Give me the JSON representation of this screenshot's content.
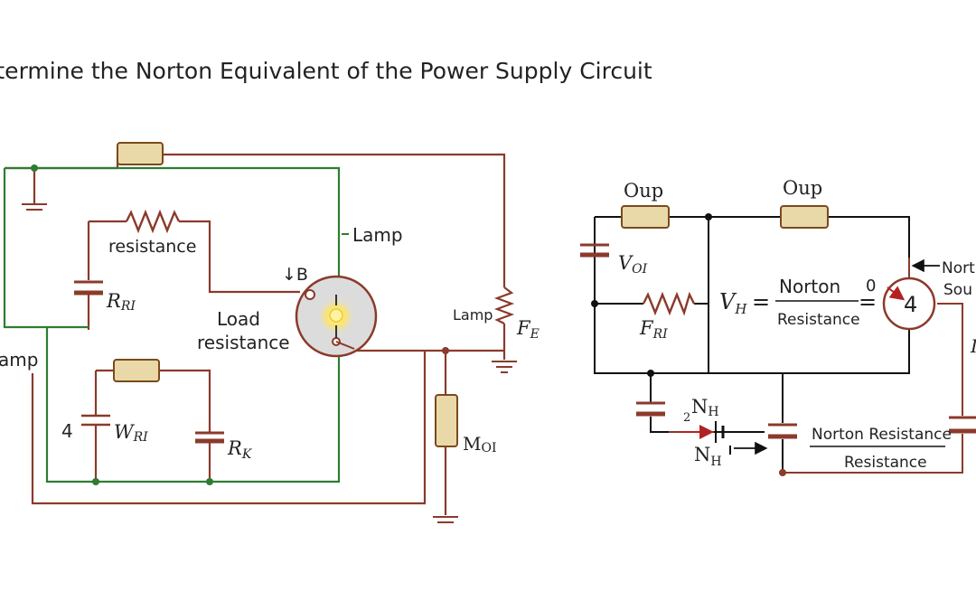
{
  "title": "etermine the Norton Equivalent of the Power Supply Circuit",
  "colors": {
    "wire_green": "#2e7d32",
    "wire_brown": "#8b3a2b",
    "wire_black": "#111111",
    "resistor_fill": "#ead9a8",
    "resistor_stroke": "#7a4a1c",
    "lamp_fill": "#dcdcdc",
    "lamp_glow": "#ffe566"
  },
  "left_circuit": {
    "label_lamp_top": "Lamp",
    "label_resistance": "resistance",
    "label_b": "↓B",
    "label_rri": "R",
    "label_rri_sub": "RI",
    "label_load_line1": "Load",
    "label_load_line2": "resistance",
    "label_lamp_left": "amp",
    "label_four": "4",
    "label_wri": "W",
    "label_wri_sub": "RI",
    "label_rk": "R",
    "label_rk_sub": "K",
    "label_lamp_right": "Lamp",
    "label_fe": "F",
    "label_fe_sub": "E",
    "label_moi": "M",
    "label_moi_sub": "OI",
    "lamp_icon": "lamp-bulb-icon"
  },
  "right_circuit": {
    "label_oup1": "Oup",
    "label_oup2": "Oup",
    "label_voi": "V",
    "label_voi_sub": "OI",
    "label_fri": "F",
    "label_fri_sub": "RI",
    "eq_vh": "V",
    "eq_vh_sub": "H",
    "eq_equals1": "=",
    "eq_numerator": "Norton",
    "eq_denominator": "Resistance",
    "eq_equals2": "=",
    "meter_value": "4",
    "meter_zero": "0",
    "label_norton_source_1": "Nort",
    "label_norton_source_2": "Sou",
    "label_side_cut": "I",
    "label_2nh_prefix": "2",
    "label_2nh": "N",
    "label_2nh_sub": "H",
    "label_nh": "N",
    "label_nh_sub": "H",
    "label_nr_numerator": "Norton Resistance",
    "label_nr_denominator": "Resistance"
  }
}
